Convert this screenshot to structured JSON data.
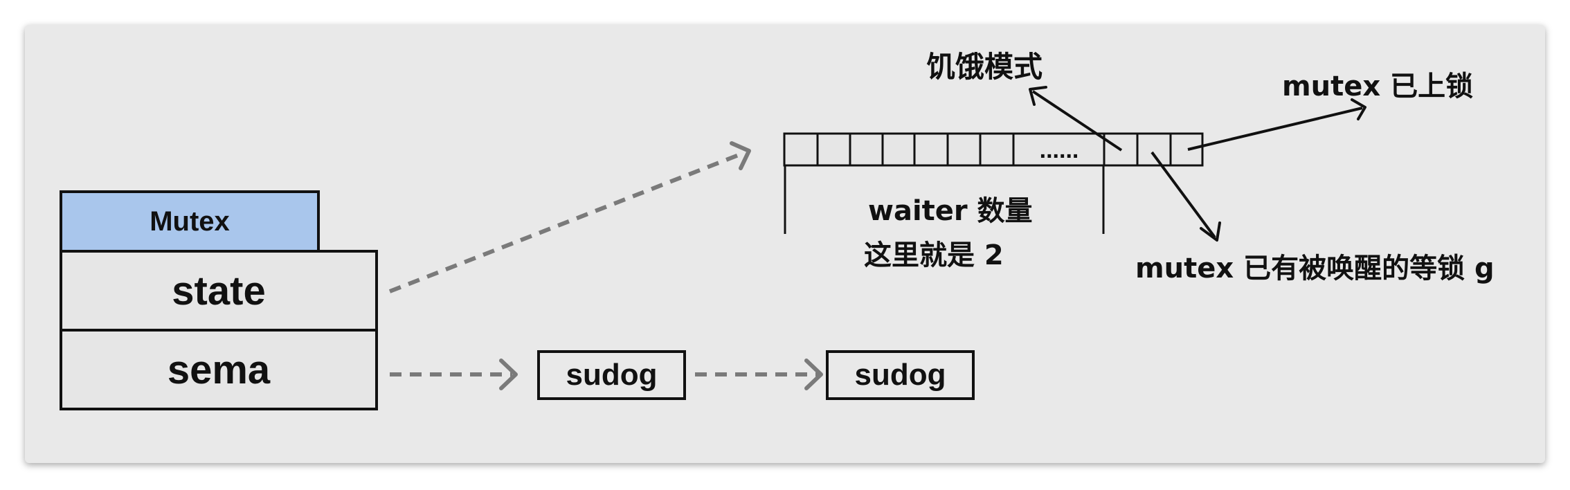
{
  "colors": {
    "panel_bg": "#e9e9e9",
    "mutex_header_fill": "#a9c6ec",
    "cell_fill": "#e6e6e6",
    "stroke": "#111111",
    "dashed_arrow": "#7a7a7a"
  },
  "mutex": {
    "header": "Mutex",
    "fields": [
      "state",
      "sema"
    ]
  },
  "queue": {
    "items": [
      "sudog",
      "sudog"
    ]
  },
  "state_bits": {
    "ellipsis": "......",
    "waiter_label_line1": "waiter 数量",
    "waiter_label_line2": "这里就是 2",
    "starving_label": "饥饿模式",
    "locked_label": "mutex 已上锁",
    "woken_label": "mutex 已有被唤醒的等锁 g"
  }
}
